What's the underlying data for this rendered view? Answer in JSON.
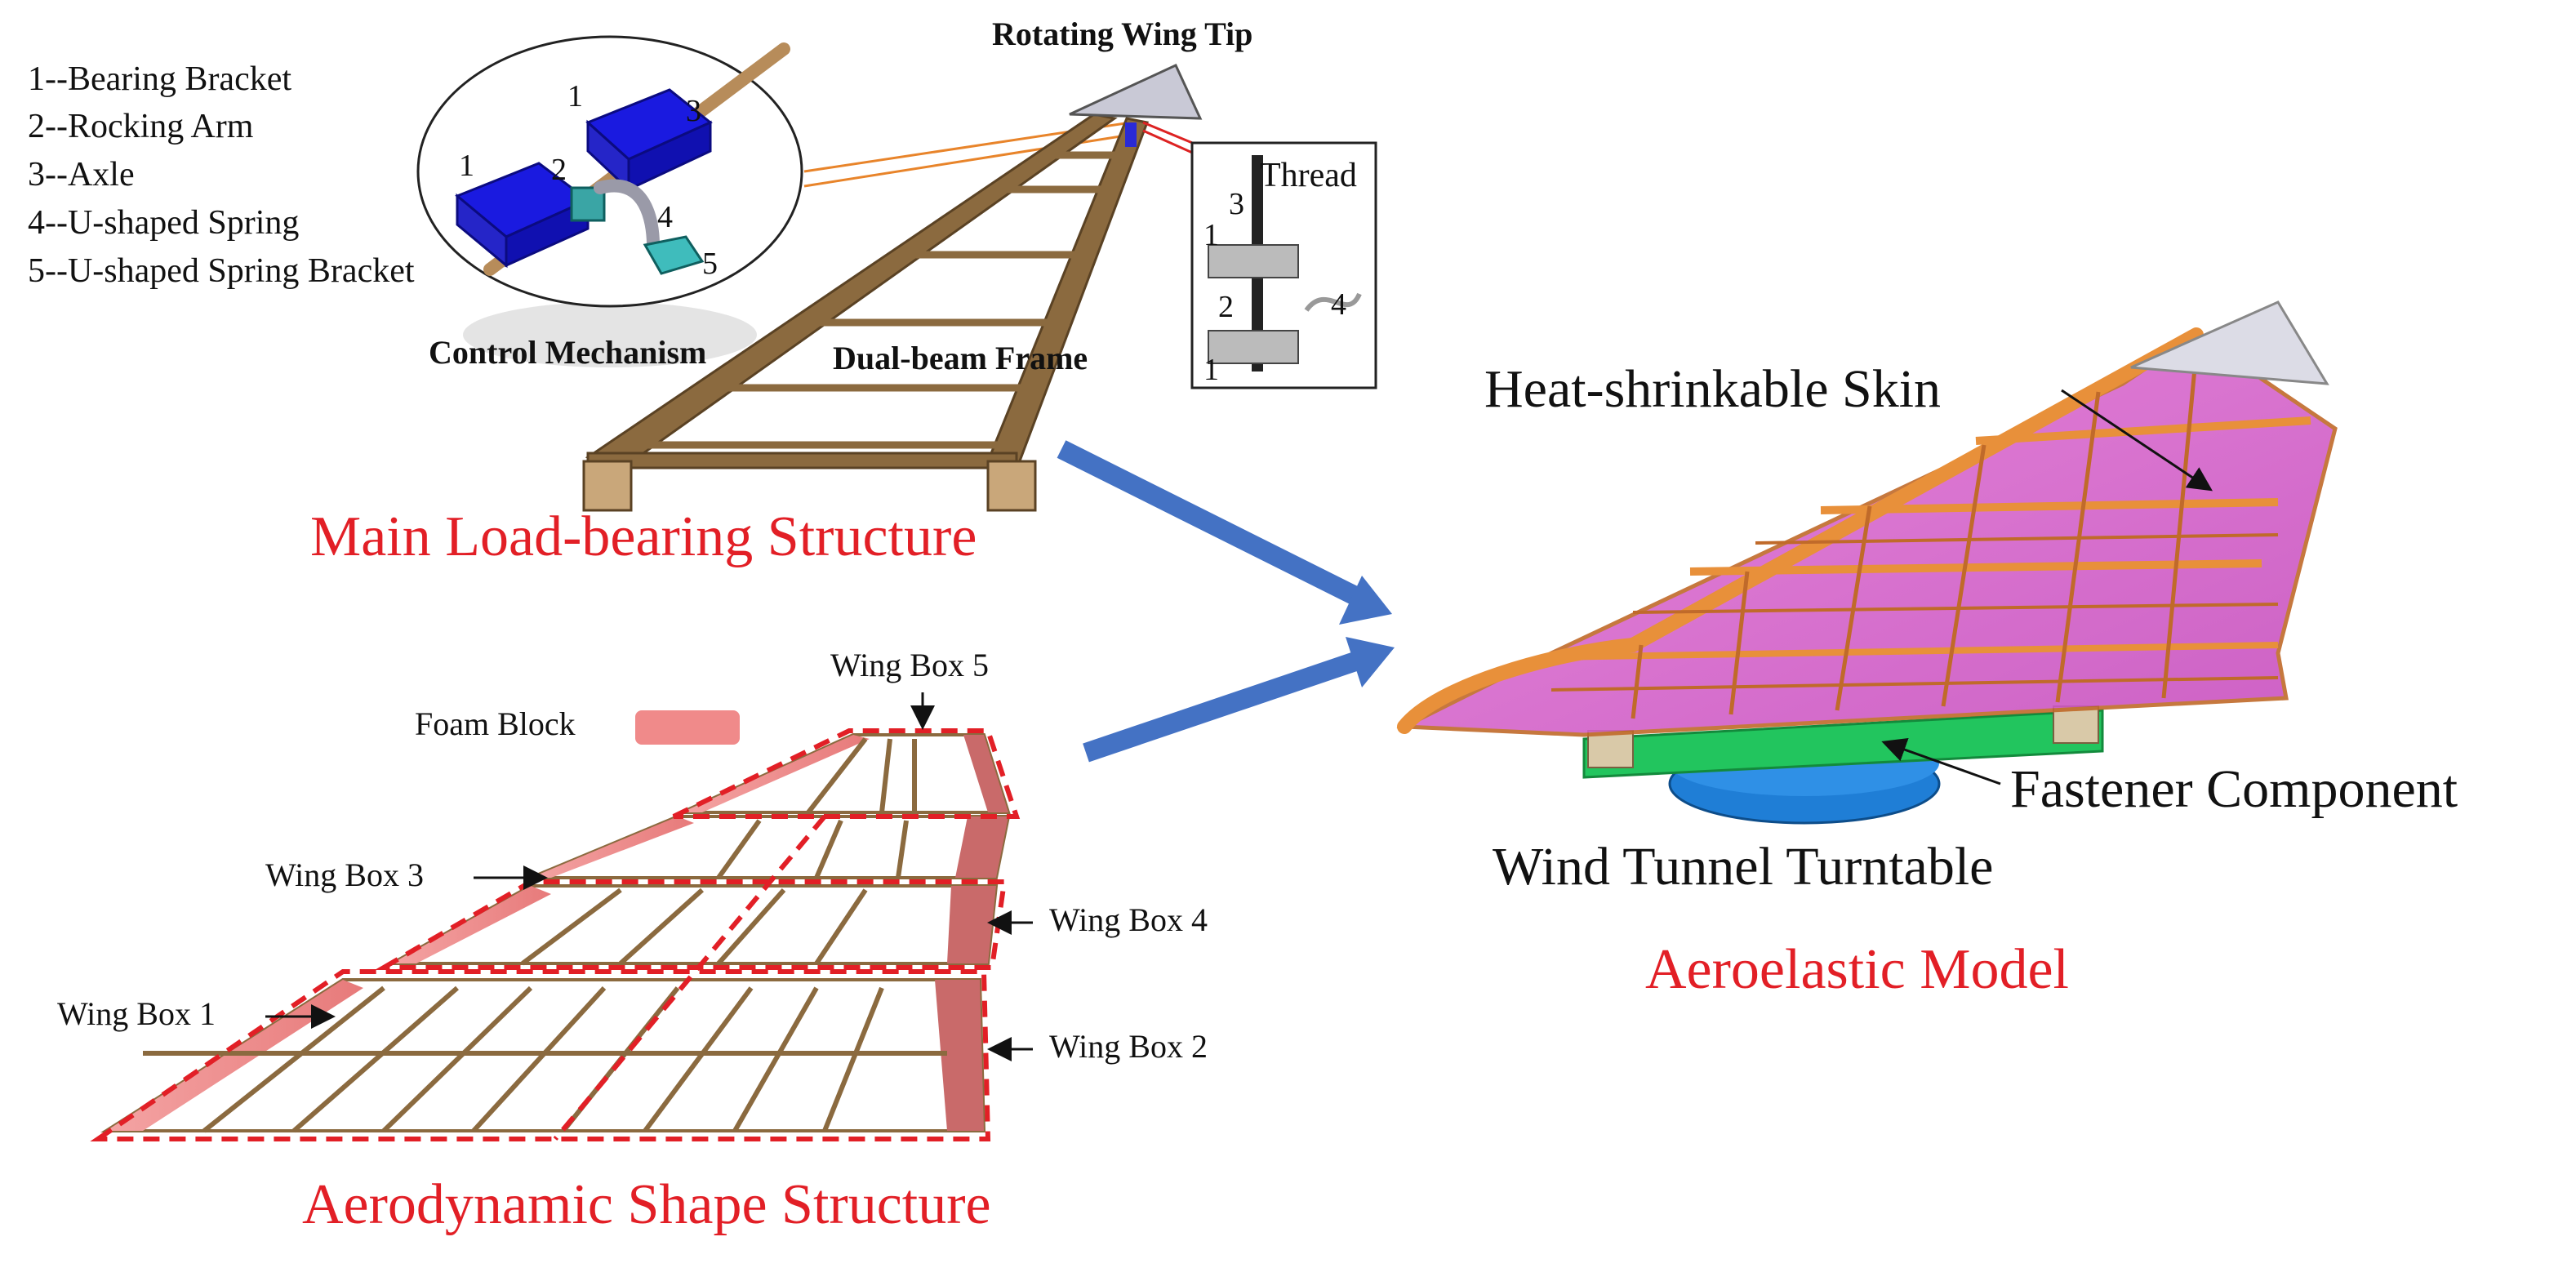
{
  "legend": {
    "items": [
      "1--Bearing Bracket",
      "2--Rocking Arm",
      "3--Axle",
      "4--U-shaped Spring",
      "5--U-shaped Spring Bracket"
    ]
  },
  "control_mechanism": {
    "title": "Control Mechanism",
    "callouts": [
      "1",
      "1",
      "2",
      "3",
      "4",
      "5"
    ]
  },
  "main_structure": {
    "rotating_wing_tip": "Rotating Wing Tip",
    "dual_beam_frame": "Dual-beam Frame",
    "caption": "Main Load-bearing Structure"
  },
  "thread_inset": {
    "thread": "Thread",
    "callouts": [
      "3",
      "1",
      "2",
      "4",
      "1"
    ]
  },
  "aero_shape": {
    "foam_block": "Foam Block",
    "wing_box_5": "Wing Box 5",
    "wing_box_3": "Wing Box 3",
    "wing_box_4": "Wing Box 4",
    "wing_box_1": "Wing Box 1",
    "wing_box_2": "Wing Box 2",
    "caption": "Aerodynamic Shape Structure"
  },
  "aeroelastic_model": {
    "skin": "Heat-shrinkable Skin",
    "fastener": "Fastener Component",
    "turntable": "Wind Tunnel Turntable",
    "caption": "Aeroelastic Model"
  },
  "colors": {
    "frame": "#8b6a3f",
    "caption_red": "#e21f26",
    "bracket_blue": "#1e1ecf",
    "arrow_blue": "#4472c4",
    "skin_pink": "#d45fc8",
    "fastener_green": "#22c55e",
    "turntable_blue": "#1f7ed6",
    "foam_pink": "#f08a8a"
  }
}
